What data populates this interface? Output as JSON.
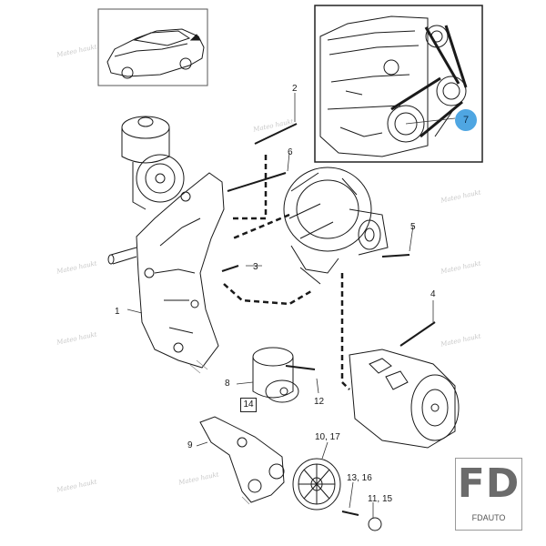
{
  "diagram": {
    "callouts": {
      "c1": "1",
      "c2": "2",
      "c3": "3",
      "c4": "4",
      "c5": "5",
      "c6": "6",
      "c7": "7",
      "c8": "8",
      "c9": "9",
      "c10_17": "10, 17",
      "c11_15": "11, 15",
      "c12": "12",
      "c13_16": "13, 16",
      "c14": "14"
    },
    "logo": {
      "mark": "FD",
      "text": "FDAUTO"
    },
    "watermark": "Mateo haukt",
    "colors": {
      "line": "#1a1a1a",
      "badge": "#4fa6e2",
      "logo": "#6b6b6b"
    }
  }
}
